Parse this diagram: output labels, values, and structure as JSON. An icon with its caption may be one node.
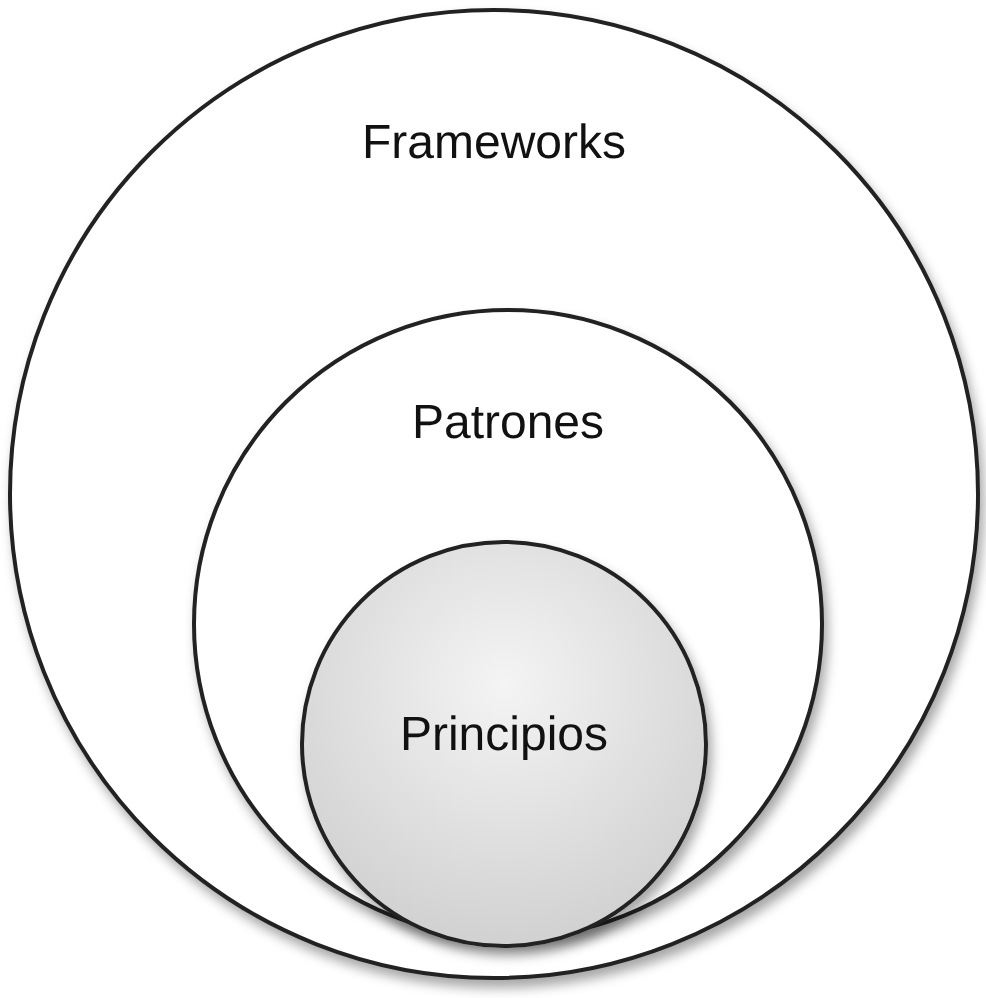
{
  "diagram": {
    "nodes": [
      {
        "text": [
          "Frameworks"
        ]
      },
      {
        "text": [
          "Patrones"
        ],
        "in": 0
      },
      {
        "text": [
          "Principios"
        ],
        "in": 1
      }
    ]
  }
}
